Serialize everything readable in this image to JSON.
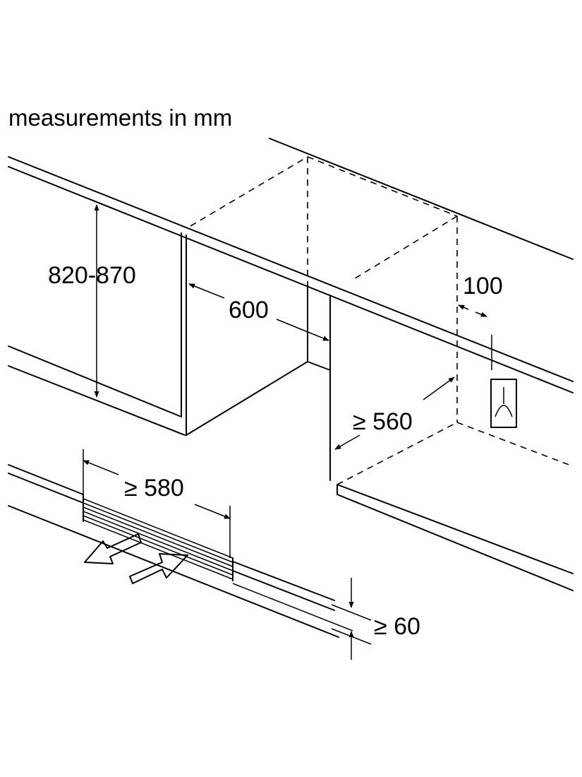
{
  "title": "measurements in mm",
  "dimensions": {
    "height": "820-870",
    "width": "600",
    "socket_offset": "100",
    "depth": "≥ 560",
    "vent_width": "≥ 580",
    "vent_height": "≥ 60"
  },
  "icons": [
    "socket-icon",
    "airflow-out-arrow-icon",
    "airflow-in-arrow-icon"
  ]
}
